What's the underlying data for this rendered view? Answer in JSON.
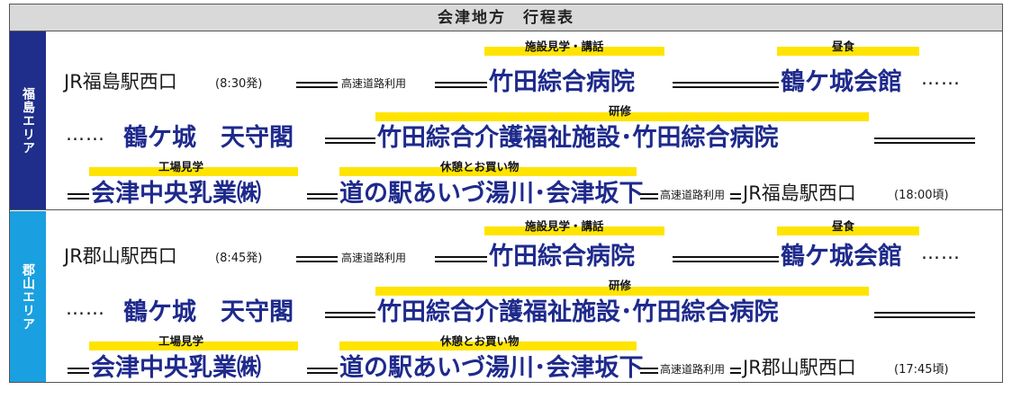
{
  "title": "会津地方　行程表",
  "common": {
    "hospital": "竹田綜合病院",
    "lunch_place": "鶴ケ城会館",
    "castle": "鶴ケ城　天守閣",
    "facility": "竹田綜合介護福祉施設･竹田綜合病院",
    "factory": "会津中央乳業㈱",
    "roadside": "道の駅あいづ湯川･会津坂下",
    "highway": "高速道路利用",
    "tag_lecture": "施設見学・講話",
    "tag_lunch": "昼食",
    "tag_training": "研修",
    "tag_factory": "工場見学",
    "tag_rest": "休憩とお買い物",
    "dots": "……",
    "equals": "＝"
  },
  "areas": [
    {
      "name": "福島エリア",
      "start": "JR福島駅西口",
      "depart": "(8:30発)",
      "end": "JR福島駅西口",
      "arrive": "(18:00頃)"
    },
    {
      "name": "郡山エリア",
      "start": "JR郡山駅西口",
      "depart": "(8:45発)",
      "end": "JR郡山駅西口",
      "arrive": "(17:45頃)"
    }
  ]
}
